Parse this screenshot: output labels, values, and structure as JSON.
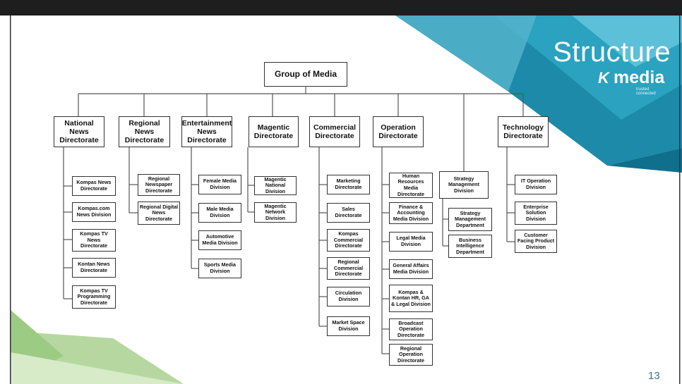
{
  "slide": {
    "title": "Structure",
    "logo_mark": "K",
    "logo_text": "media",
    "logo_tagline": "trusted connected",
    "page_number": "13"
  },
  "org_chart": {
    "root": "Group of Media",
    "directorates": [
      {
        "name": "National News Directorate",
        "children": [
          "Kompas News Directorate",
          "Kompas.com News Division",
          "Kompas TV News Directorate",
          "Kontan News Directorate",
          "Kompas TV Programming Directorate"
        ]
      },
      {
        "name": "Regional News Directorate",
        "children": [
          "Regional Newspaper Directorate",
          "Regional Digital News Directorate"
        ]
      },
      {
        "name": "Entertainment News Directorate",
        "children": [
          "Female Media Division",
          "Male Media Division",
          "Automotive Media Division",
          "Sports Media Division"
        ]
      },
      {
        "name": "Magentic Directorate",
        "children": [
          "Magentic National Division",
          "Magentic Network Division"
        ]
      },
      {
        "name": "Commercial Directorate",
        "children": [
          "Marketing Directorate",
          "Sales Directorate",
          "Kompas Commercial Directorate",
          "Regional Commercial Directorate",
          "Circulation Division",
          "Market Space Division"
        ]
      },
      {
        "name": "Operation Directorate",
        "children": [
          "Human Resources Media Directorate",
          "Finance & Accounting Media Division",
          "Legal Media Division",
          "General Affairs Media Division",
          "Kompas & Kontan HR, GA & Legal Division",
          "Broadcast Operation Directorate",
          "Regional Operation Directorate"
        ]
      },
      {
        "name": "Strategy Management Division",
        "children": [
          "Strategy Management Department",
          "Business Intelligence Department"
        ]
      },
      {
        "name": "Technology Directorate",
        "children": [
          "IT Operation Division",
          "Enterprise Solution Division",
          "Customer Facing Product Division"
        ]
      }
    ]
  }
}
